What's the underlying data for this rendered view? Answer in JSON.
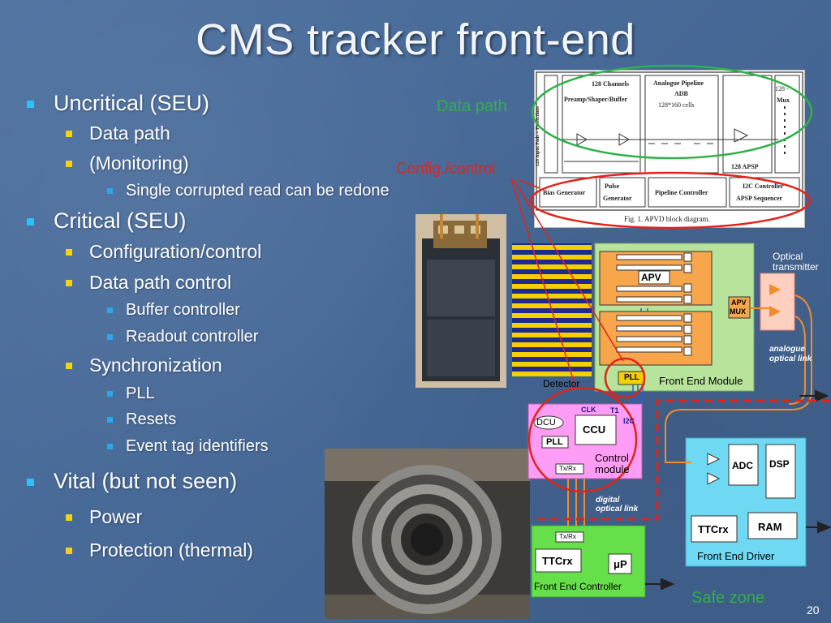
{
  "slide": {
    "title": "CMS tracker front-end",
    "page_number": "20"
  },
  "bullets": [
    {
      "level": 1,
      "text": "Uncritical (SEU)"
    },
    {
      "level": 2,
      "text": "Data path"
    },
    {
      "level": 2,
      "text": "(Monitoring)"
    },
    {
      "level": 3,
      "text": "Single corrupted read can be redone"
    },
    {
      "level": 1,
      "text": "Critical (SEU)"
    },
    {
      "level": 2,
      "text": "Configuration/control"
    },
    {
      "level": 2,
      "text": "Data path control"
    },
    {
      "level": 3,
      "text": "Buffer controller"
    },
    {
      "level": 3,
      "text": "Readout controller"
    },
    {
      "level": 2,
      "text": "Synchronization"
    },
    {
      "level": 3,
      "text": "PLL"
    },
    {
      "level": 3,
      "text": "Resets"
    },
    {
      "level": 3,
      "text": "Event tag identifiers"
    },
    {
      "level": 1,
      "text": "Vital (but not seen)"
    },
    {
      "level": 2,
      "text": "Power"
    },
    {
      "level": 2,
      "text": "Protection (thermal)"
    }
  ],
  "annotations": {
    "data_path": "Data path",
    "config_control": "Config./control",
    "safe_zone": "Safe zone"
  },
  "apvd": {
    "caption": "Fig. 1.  APVD block diagram.",
    "channels": "128 Channels",
    "preamp": "Preamp/Shaper/Buffer",
    "pipeline_title": "Analogue Pipeline",
    "adb": "ADB",
    "cells": "128*160 cells",
    "mux_128": "128 -",
    "mux": "Mux",
    "apsp_128": "128 APSP",
    "input_pads": "128 Input Pads + Protections",
    "bias": "Bias Generator",
    "pulse": "Pulse",
    "generator": "Generator",
    "pipeline_ctrl": "Pipeline Controller",
    "i2c_ctrl": "I2C Controller",
    "apsp_seq": "APSP Sequencer"
  },
  "system": {
    "apv": "APV",
    "apv_mux_1": "APV",
    "apv_mux_2": "MUX",
    "pll_module": "PLL",
    "front_end_module": "Front End Module",
    "detector": "Detector",
    "optical_1": "Optical",
    "optical_2": "transmitter",
    "analogue_1": "analogue",
    "analogue_2": "optical link",
    "clk": "CLK",
    "t1": "T1",
    "i2c": "I2C",
    "dcu": "DCU",
    "ccu": "CCU",
    "pll_ctrl": "PLL",
    "control_1": "Control",
    "control_2": "module",
    "txrx_1": "Tx/Rx",
    "digital_1": "digital",
    "digital_2": "optical link",
    "txrx_2": "Tx/Rx",
    "ttcrx_fec": "TTCrx",
    "up": "μP",
    "fec": "Front End Controller",
    "adc": "ADC",
    "dsp": "DSP",
    "ttcrx_fed": "TTCrx",
    "ram": "RAM",
    "fed": "Front End Driver"
  },
  "colors": {
    "background": "#4a6a94",
    "title": "#f2f6fb",
    "bullet_l1": "#27c3ff",
    "bullet_l2": "#f5d21a",
    "bullet_l3": "#2aa7f0",
    "green_annot": "#2fb14a",
    "red_annot": "#e2231a",
    "module_green": "#b7e39a",
    "detector_yellow": "#f6cf00",
    "control_pink": "#ff9cf5",
    "fed_cyan": "#6fd8f2",
    "fec_green": "#66e04a",
    "apv_orange": "#f7a64b"
  }
}
